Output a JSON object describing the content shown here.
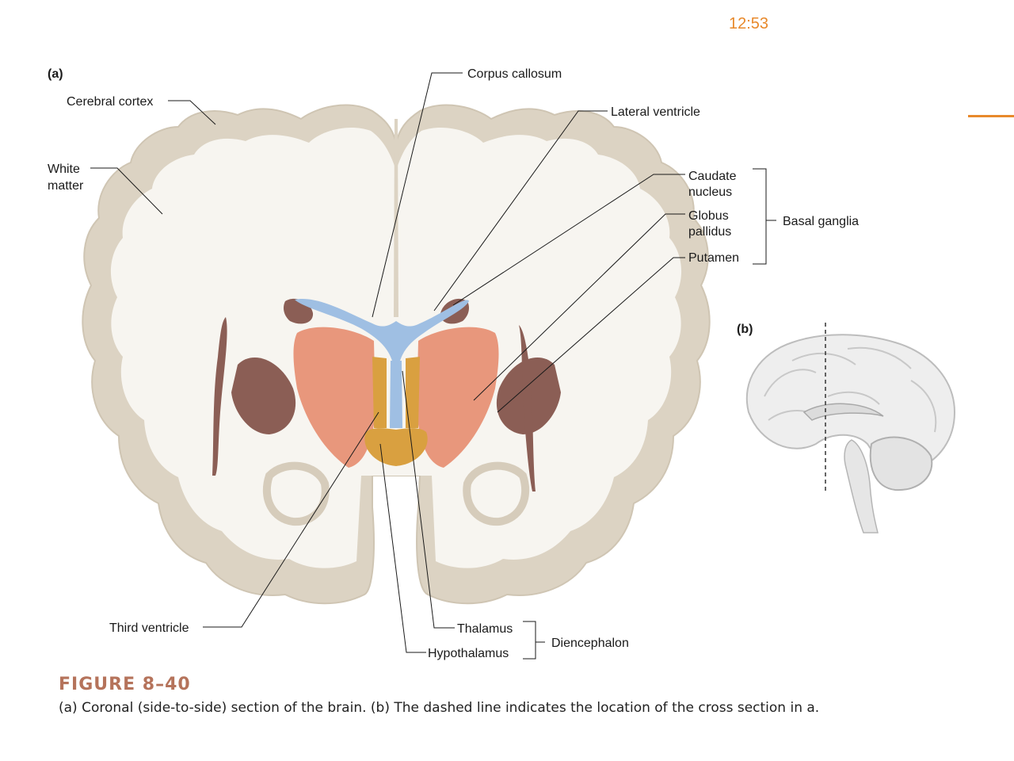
{
  "header": {
    "clock": "12:53"
  },
  "colors": {
    "accent": "#e8892b",
    "figure_title": "#b5735b",
    "cortex_gray": "#dcd3c3",
    "white_matter": "#f7f5f0",
    "ventricle_blue": "#9fbfe3",
    "thalamus_salmon": "#e8977c",
    "basal_brown": "#8b5e55",
    "hypothalamus_orange": "#d9a040"
  },
  "panels": {
    "a": "(a)",
    "b": "(b)"
  },
  "labels": {
    "corpus_callosum": "Corpus callosum",
    "cerebral_cortex": "Cerebral cortex",
    "lateral_ventricle": "Lateral ventricle",
    "white_matter_line1": "White",
    "white_matter_line2": "matter",
    "caudate_line1": "Caudate",
    "caudate_line2": "nucleus",
    "globus_line1": "Globus",
    "globus_line2": "pallidus",
    "putamen": "Putamen",
    "basal_ganglia": "Basal ganglia",
    "third_ventricle": "Third ventricle",
    "thalamus": "Thalamus",
    "hypothalamus": "Hypothalamus",
    "diencephalon": "Diencephalon"
  },
  "figure": {
    "title": "FIGURE 8–40",
    "caption": "(a) Coronal (side-to-side) section of the brain. (b) The dashed line indicates the location of the cross section in a."
  }
}
